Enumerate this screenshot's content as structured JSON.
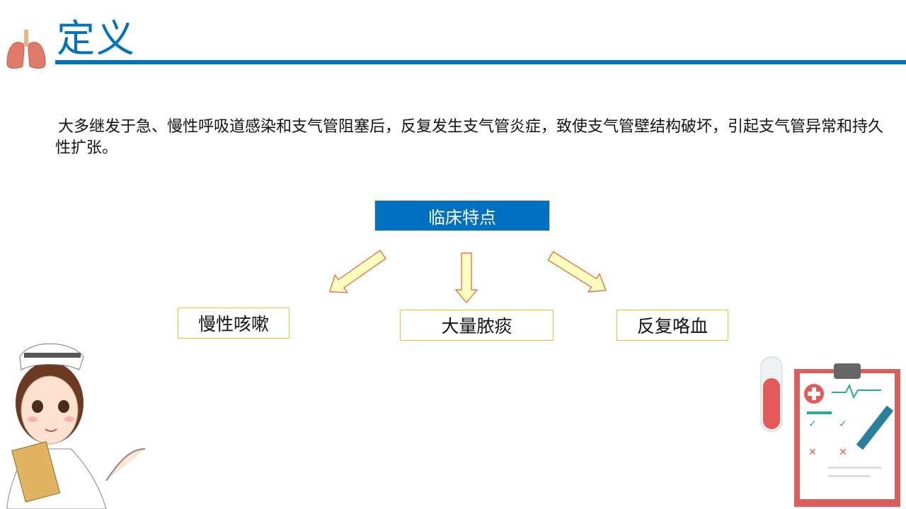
{
  "title": "定义",
  "definition": "大多继发于急、慢性呼吸道感染和支气管阻塞后，反复发生支气管炎症，致使支气管壁结构破坏，引起支气管异常和持久性扩张。",
  "diagram": {
    "center": "临床特点",
    "features": [
      "慢性咳嗽",
      "大量脓痰",
      "反复咯血"
    ]
  },
  "colors": {
    "accent": "#0070c0",
    "arrow_fill": "#ffffc0",
    "arrow_stroke": "#e8602a",
    "box_border": "#f0c030"
  }
}
